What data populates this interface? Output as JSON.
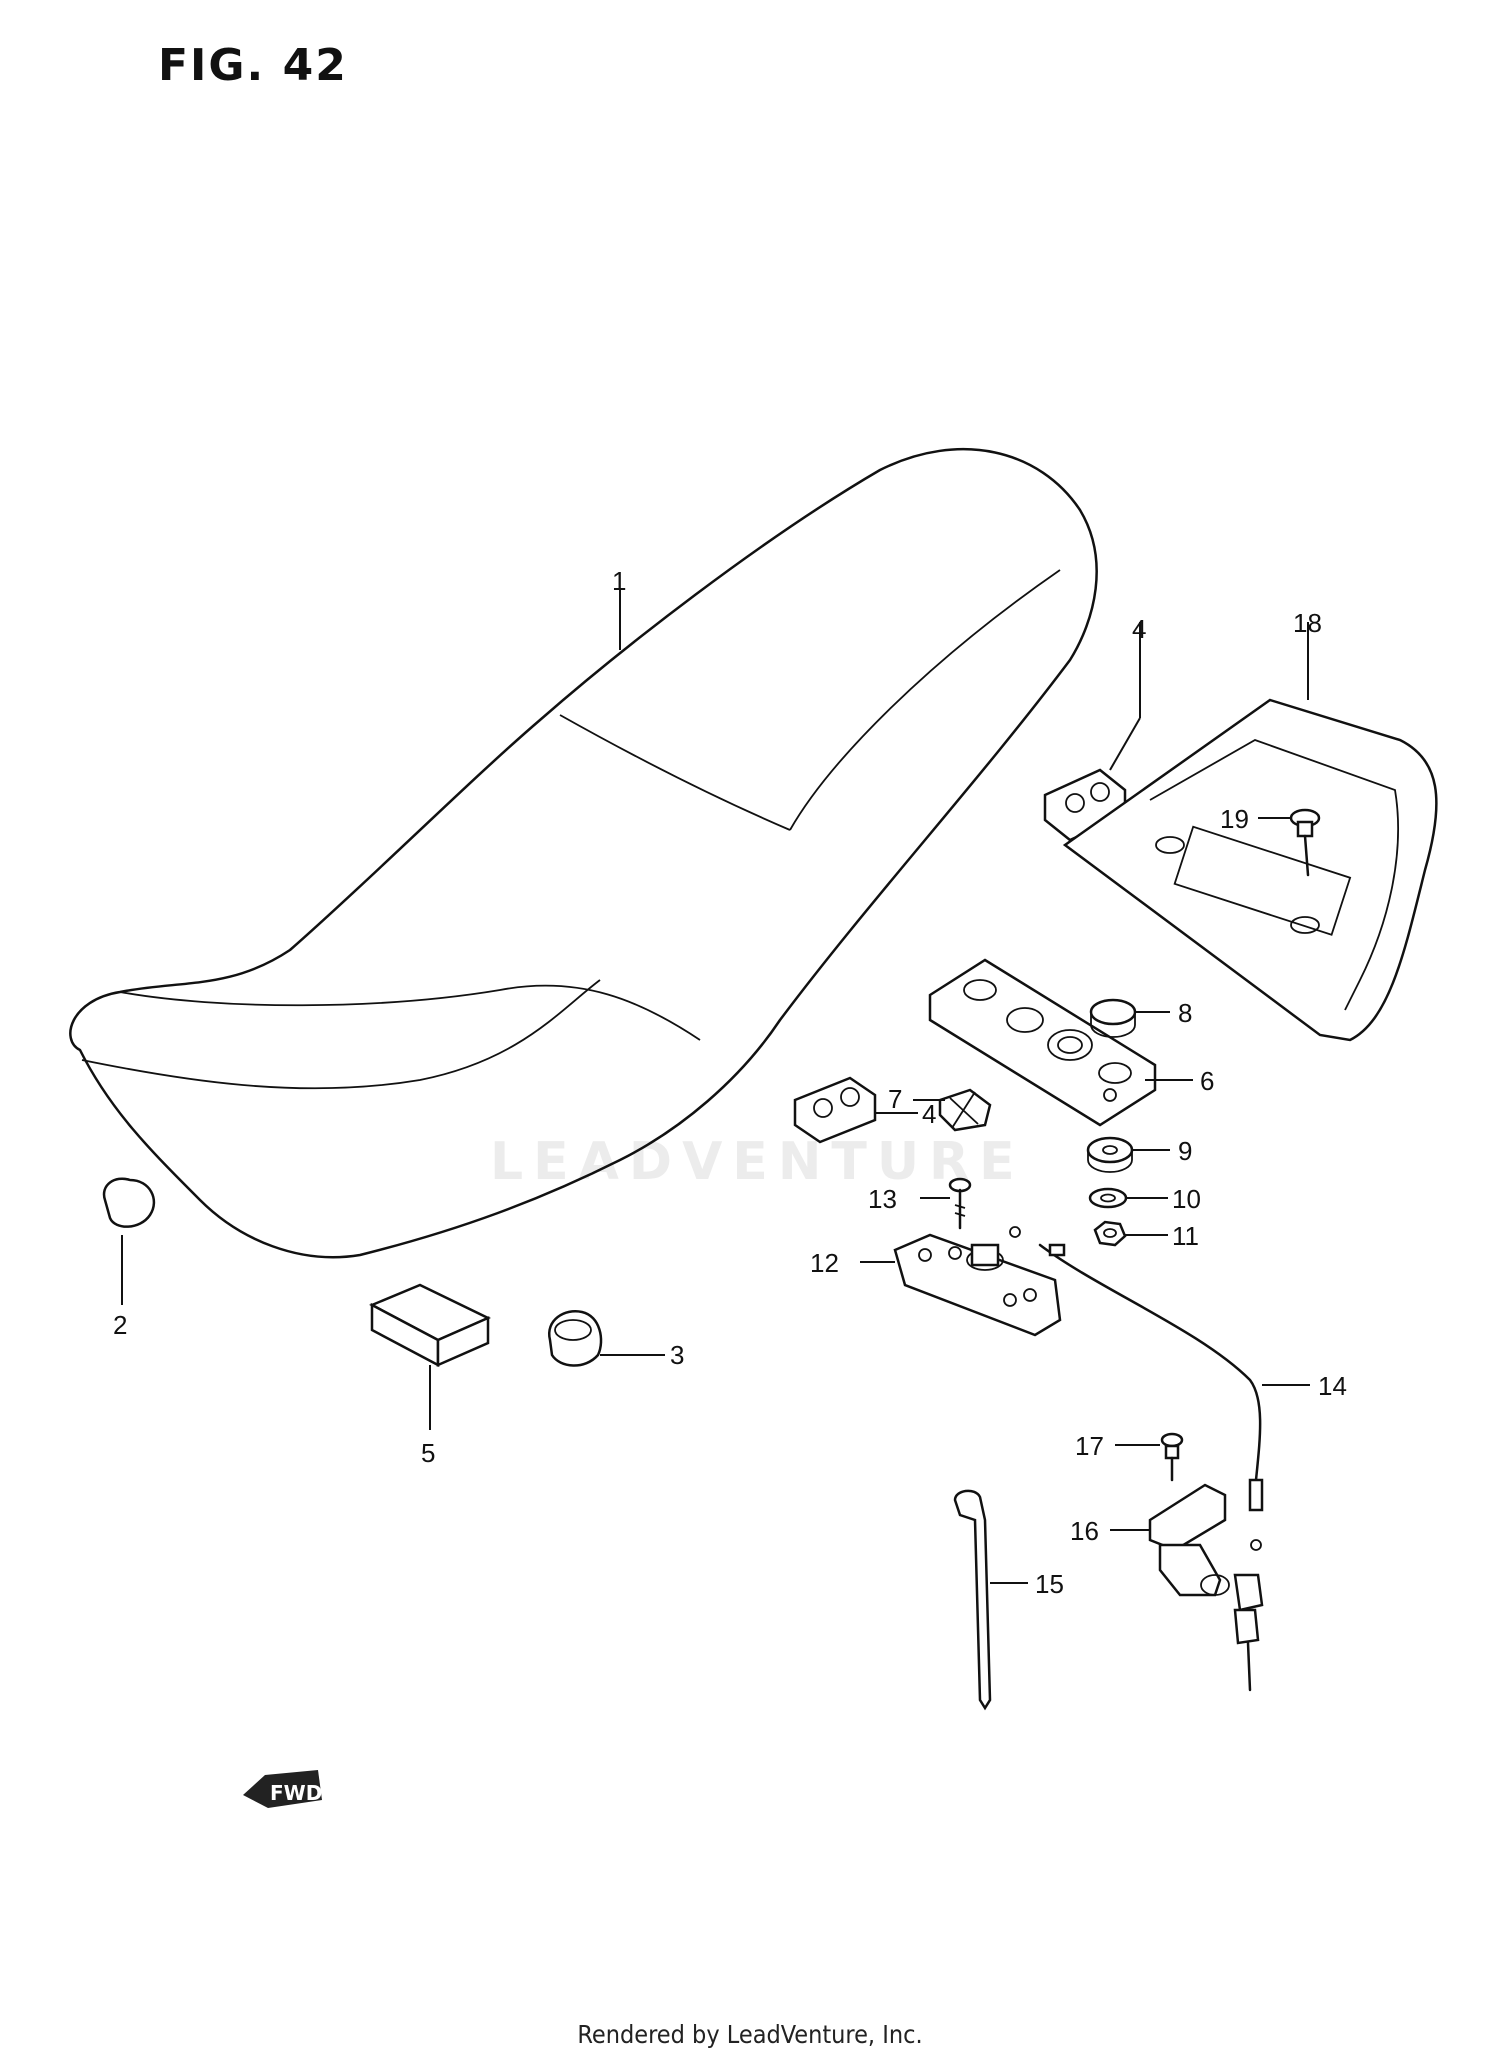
{
  "figure": {
    "title": "FIG. 42"
  },
  "watermark": "LEADVENTURE",
  "fwd_symbol": "FWD",
  "footer": "Rendered by LeadVenture, Inc.",
  "callouts": [
    "1",
    "2",
    "3",
    "4",
    "4",
    "5",
    "6",
    "7",
    "8",
    "9",
    "10",
    "11",
    "12",
    "13",
    "14",
    "15",
    "16",
    "17",
    "18",
    "19"
  ]
}
